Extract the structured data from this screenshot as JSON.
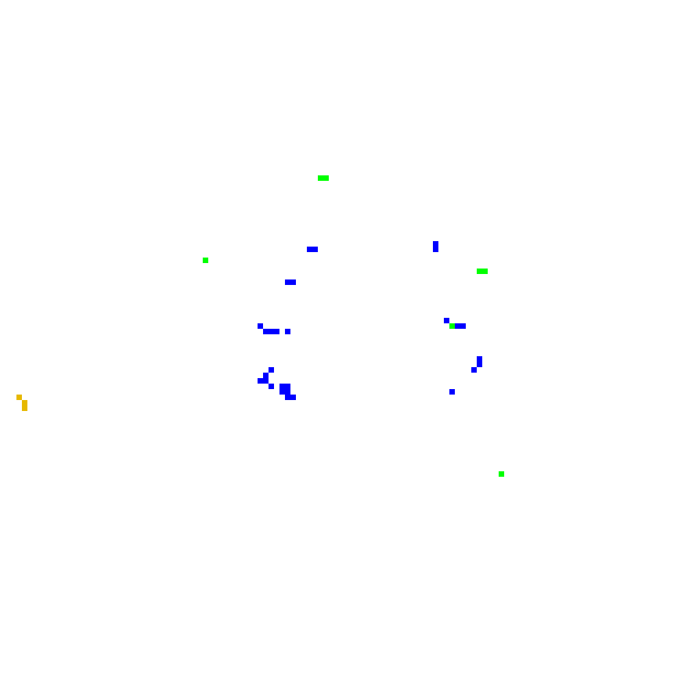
{
  "game": {
    "grid": {
      "cols": 125,
      "rows": 125
    },
    "palette": {
      "player": "#0000ff",
      "food": "#00ff00",
      "enemy": "#e6b800",
      "background": "#ffffff"
    },
    "cells": {
      "player": [
        [
          56,
          45
        ],
        [
          57,
          45
        ],
        [
          79,
          44
        ],
        [
          79,
          45
        ],
        [
          52,
          51
        ],
        [
          53,
          51
        ],
        [
          47,
          59
        ],
        [
          48,
          60
        ],
        [
          49,
          60
        ],
        [
          50,
          60
        ],
        [
          52,
          60
        ],
        [
          81,
          58
        ],
        [
          83,
          59
        ],
        [
          84,
          59
        ],
        [
          87,
          65
        ],
        [
          87,
          66
        ],
        [
          86,
          67
        ],
        [
          49,
          67
        ],
        [
          48,
          68
        ],
        [
          47,
          69
        ],
        [
          48,
          69
        ],
        [
          51,
          70
        ],
        [
          52,
          70
        ],
        [
          51,
          71
        ],
        [
          52,
          71
        ],
        [
          52,
          72
        ],
        [
          53,
          72
        ],
        [
          49,
          70
        ],
        [
          82,
          71
        ]
      ],
      "food": [
        [
          58,
          32
        ],
        [
          59,
          32
        ],
        [
          37,
          47
        ],
        [
          87,
          49
        ],
        [
          88,
          49
        ],
        [
          82,
          59
        ],
        [
          91,
          86
        ]
      ],
      "enemy": [
        [
          3,
          72
        ],
        [
          4,
          73
        ],
        [
          4,
          74
        ]
      ]
    }
  }
}
